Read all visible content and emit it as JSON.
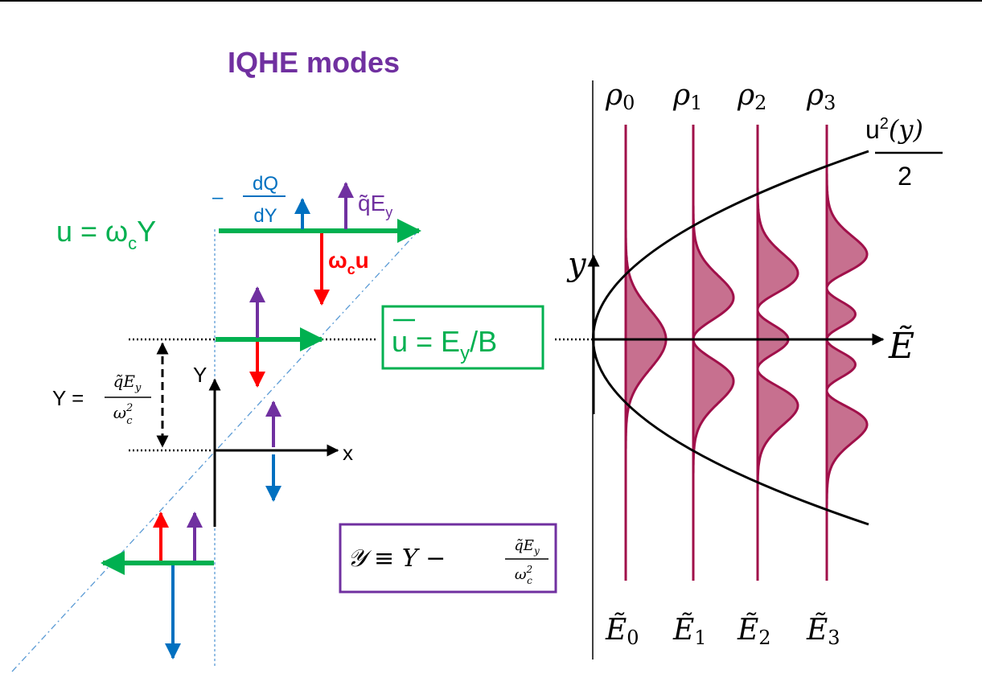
{
  "title": "IQHE modes",
  "colors": {
    "purple": "#7030a0",
    "green": "#00b050",
    "blue": "#0070c0",
    "red": "#ff0000",
    "black": "#000000",
    "crimson": "#a0104a",
    "fill": "#c7708f"
  },
  "left": {
    "u_eq": {
      "lhs": "u = ω",
      "sub": "c",
      "rhs": "Y"
    },
    "force_dq": {
      "minus": "–",
      "num": "dQ",
      "den": "dY"
    },
    "force_qe": {
      "main": "q̃E",
      "sub": "y"
    },
    "force_wu": {
      "main": "ω",
      "sub": "c",
      "rhs": "u"
    },
    "y_def": {
      "lhs": "Y =",
      "num": "q̃E",
      "num_sub": "y",
      "den": "ω",
      "den_sup": "2",
      "den_sub": "c"
    },
    "axis_y": "Y",
    "axis_x": "x",
    "box_drift": {
      "main": "u = E",
      "sub": "y",
      "rhs": "/B"
    },
    "box_calY": {
      "lhs": "𝒴 ≡ Y −",
      "num": "q̃E",
      "num_sub": "y",
      "den": "ω",
      "den_sup": "2",
      "den_sub": "c"
    }
  },
  "right": {
    "rho_labels": [
      {
        "sym": "ρ",
        "sub": "0"
      },
      {
        "sym": "ρ",
        "sub": "1"
      },
      {
        "sym": "ρ",
        "sub": "2"
      },
      {
        "sym": "ρ",
        "sub": "3"
      }
    ],
    "energy_labels": [
      {
        "sym": "Ẽ",
        "sub": "0"
      },
      {
        "sym": "Ẽ",
        "sub": "1"
      },
      {
        "sym": "Ẽ",
        "sub": "2"
      },
      {
        "sym": "Ẽ",
        "sub": "3"
      }
    ],
    "axis_vertical": "𝑦",
    "axis_horizontal": "Ẽ",
    "parabola_label": {
      "num": "u",
      "sup": "2",
      "arg": "(𝑦)",
      "den": "2"
    }
  }
}
